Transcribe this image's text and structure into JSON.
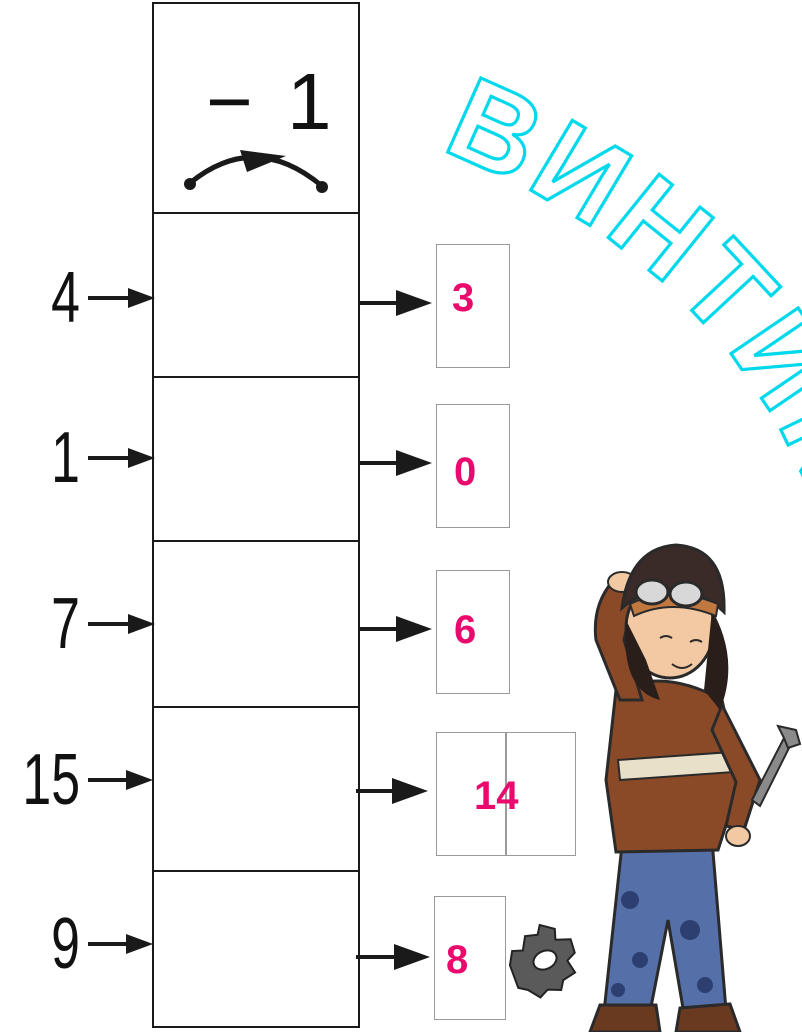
{
  "operation": {
    "label": "− 1"
  },
  "rows": [
    {
      "input": "4",
      "answer": "3"
    },
    {
      "input": "1",
      "answer": "0"
    },
    {
      "input": "7",
      "answer": "6"
    },
    {
      "input": "15",
      "answer": "14"
    },
    {
      "input": "9",
      "answer": "8"
    }
  ],
  "wordart": {
    "text": "ВИНТИК",
    "color": "#00e0f0"
  },
  "colors": {
    "answer": "#ea0a6e",
    "lines": "#1a1a1a"
  },
  "illustration": {
    "character": "boy-with-goggles-and-wrench",
    "part": "gear-nut"
  }
}
